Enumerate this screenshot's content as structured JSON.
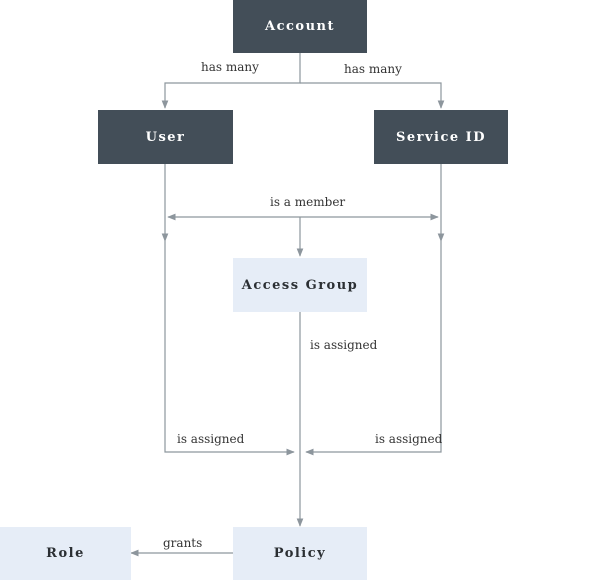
{
  "nodes": {
    "account": "Account",
    "user": "User",
    "service_id": "Service ID",
    "access_group": "Access Group",
    "policy": "Policy",
    "role": "Role"
  },
  "edges": {
    "account_user": "has many",
    "account_service_id": "has many",
    "member": "is a member",
    "group_assigned": "is assigned",
    "user_assigned": "is assigned",
    "service_assigned": "is assigned",
    "grants": "grants"
  },
  "colors": {
    "dark_node": "#434e58",
    "light_node": "#e6edf7",
    "connector": "#8d969d"
  }
}
